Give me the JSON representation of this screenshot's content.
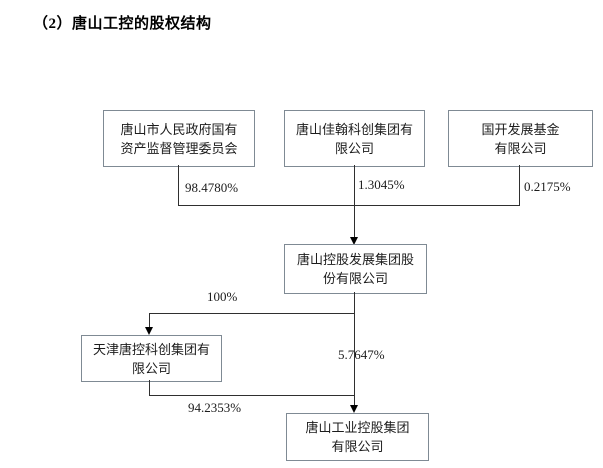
{
  "title": "（2）唐山工控的股权结构",
  "colors": {
    "background": "#ffffff",
    "box_border": "#7f8a94",
    "connector_line": "#2f2f2f",
    "text": "#1c1c1c"
  },
  "diagram": {
    "nodes": {
      "sasac": {
        "line1": "唐山市人民政府国有",
        "line2": "资产监督管理委员会"
      },
      "jiahan": {
        "line1": "唐山佳翰科创集团有",
        "line2": "限公司"
      },
      "cdb": {
        "line1": "国开发展基金",
        "line2": "有限公司"
      },
      "holding": {
        "line1": "唐山控股发展集团股",
        "line2": "份有限公司"
      },
      "tianjin": {
        "line1": "天津唐控科创集团有",
        "line2": "限公司"
      },
      "industrial": {
        "line1": "唐山工业控股集团",
        "line2": "有限公司"
      }
    },
    "ownership_labels": {
      "sasac_to_holding": "98.4780%",
      "jiahan_to_holding": "1.3045%",
      "cdb_to_holding": "0.2175%",
      "holding_to_tianjin": "100%",
      "holding_to_industrial": "5.7647%",
      "tianjin_to_industrial": "94.2353%"
    }
  }
}
